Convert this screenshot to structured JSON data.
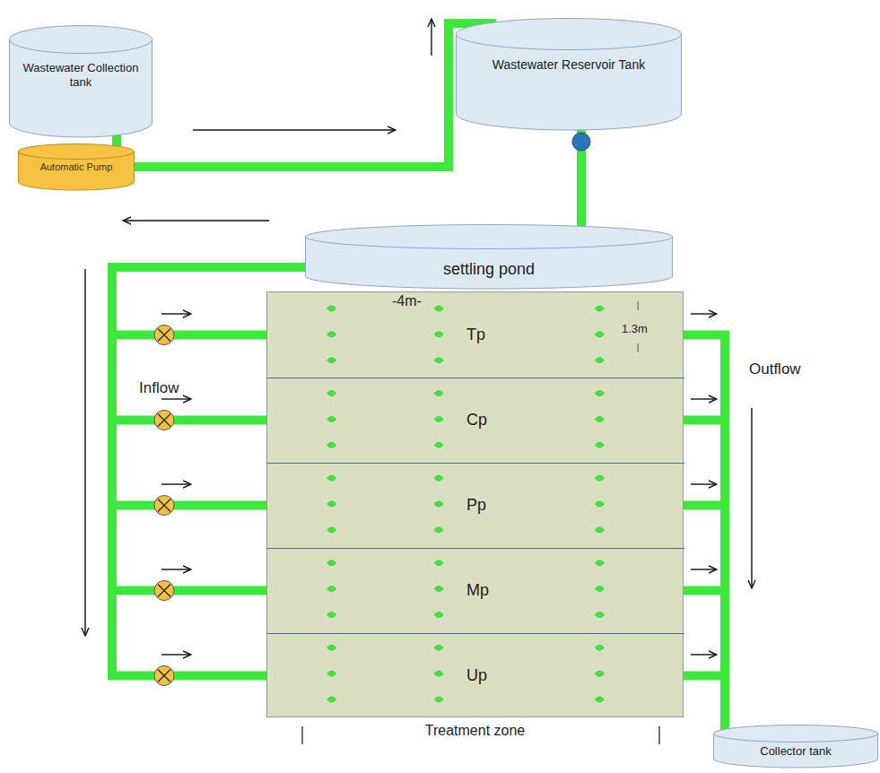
{
  "diagram": {
    "nodes": [
      {
        "text": [
          "Wastewater Collection tank"
        ]
      },
      {
        "text": [
          "Automatic Pump"
        ]
      },
      {
        "text": [
          "Wastewater Reservoir Tank"
        ]
      },
      {
        "text": [
          "settling pond"
        ]
      },
      {
        "text": [
          "Treatment zone"
        ]
      },
      {
        "text": [
          "Tp"
        ],
        "in": 4
      },
      {
        "text": [
          "Cp"
        ],
        "in": 4
      },
      {
        "text": [
          "Pp"
        ],
        "in": 4
      },
      {
        "text": [
          "Mp"
        ],
        "in": 4
      },
      {
        "text": [
          "Up"
        ],
        "in": 4
      },
      {
        "text": [
          "Collector tank"
        ]
      }
    ],
    "edges": [
      {
        "from": 0,
        "to": 1,
        "arrow": "none"
      },
      {
        "from": 1,
        "to": 2,
        "arrow": "none"
      },
      {
        "from": 2,
        "to": 3,
        "arrow": "none"
      },
      {
        "from": 3,
        "to": 5,
        "arrow": "none"
      },
      {
        "from": 3,
        "to": 6,
        "arrow": "none"
      },
      {
        "from": 3,
        "to": 7,
        "arrow": "none"
      },
      {
        "from": 3,
        "to": 8,
        "arrow": "none"
      },
      {
        "from": 3,
        "to": 9,
        "arrow": "none"
      },
      {
        "from": 5,
        "to": 10,
        "arrow": "none"
      },
      {
        "from": 6,
        "to": 10,
        "arrow": "none"
      },
      {
        "from": 7,
        "to": 10,
        "arrow": "none"
      },
      {
        "from": 8,
        "to": 10,
        "arrow": "none"
      },
      {
        "from": 9,
        "to": 10,
        "arrow": "none"
      }
    ],
    "labels": [
      "-4m-",
      "1.3m",
      "Inflow",
      "Outflow"
    ]
  }
}
